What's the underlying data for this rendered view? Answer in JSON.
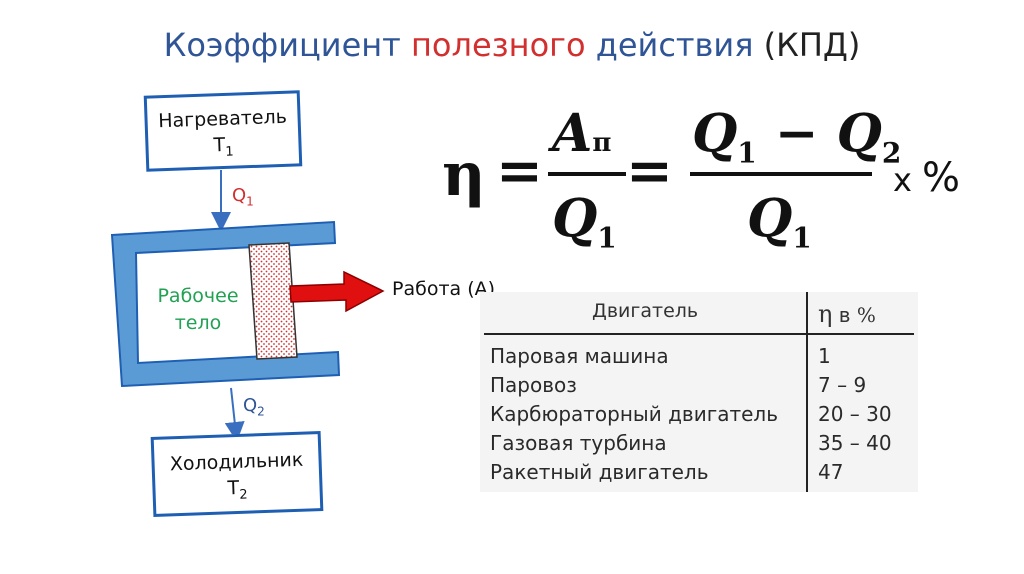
{
  "title": {
    "part1": "Коэффициент ",
    "part2": "полезного",
    "part3": " действия ",
    "part4": "(КПД)"
  },
  "diagram": {
    "heater_line1": "Нагреватель",
    "heater_T": "T",
    "heater_T_sub": "1",
    "cooler_line1": "Холодильник",
    "cooler_T": "T",
    "cooler_T_sub": "2",
    "q1": "Q",
    "q1_sub": "1",
    "q2": "Q",
    "q2_sub": "2",
    "body_line1": "Рабочее",
    "body_line2": "тело",
    "work_label": "Работа (А)"
  },
  "formula": {
    "eta": "η",
    "equals": "=",
    "A": "A",
    "A_sub": "п",
    "Q": "Q",
    "sub1": "1",
    "sub2": "2",
    "minus": " − ",
    "times": "x",
    "percent": "%"
  },
  "table": {
    "header_engine": "Двигатель",
    "header_eta_symbol": "η",
    "header_eta_in": " в ",
    "header_percent": "%",
    "rows": [
      {
        "engine": "Паровая машина",
        "value": "1"
      },
      {
        "engine": "Паровоз",
        "value": "7 – 9"
      },
      {
        "engine": "Карбюраторный двигатель",
        "value": "20 – 30"
      },
      {
        "engine": "Газовая турбина",
        "value": "35 – 40"
      },
      {
        "engine": "Ракетный двигатель",
        "value": "47"
      }
    ]
  },
  "colors": {
    "title_blue": "#2f5597",
    "title_red": "#d22f2f",
    "box_blue": "#1f5fb3",
    "body_green": "#21a153",
    "arrow_red": "#e01010"
  }
}
